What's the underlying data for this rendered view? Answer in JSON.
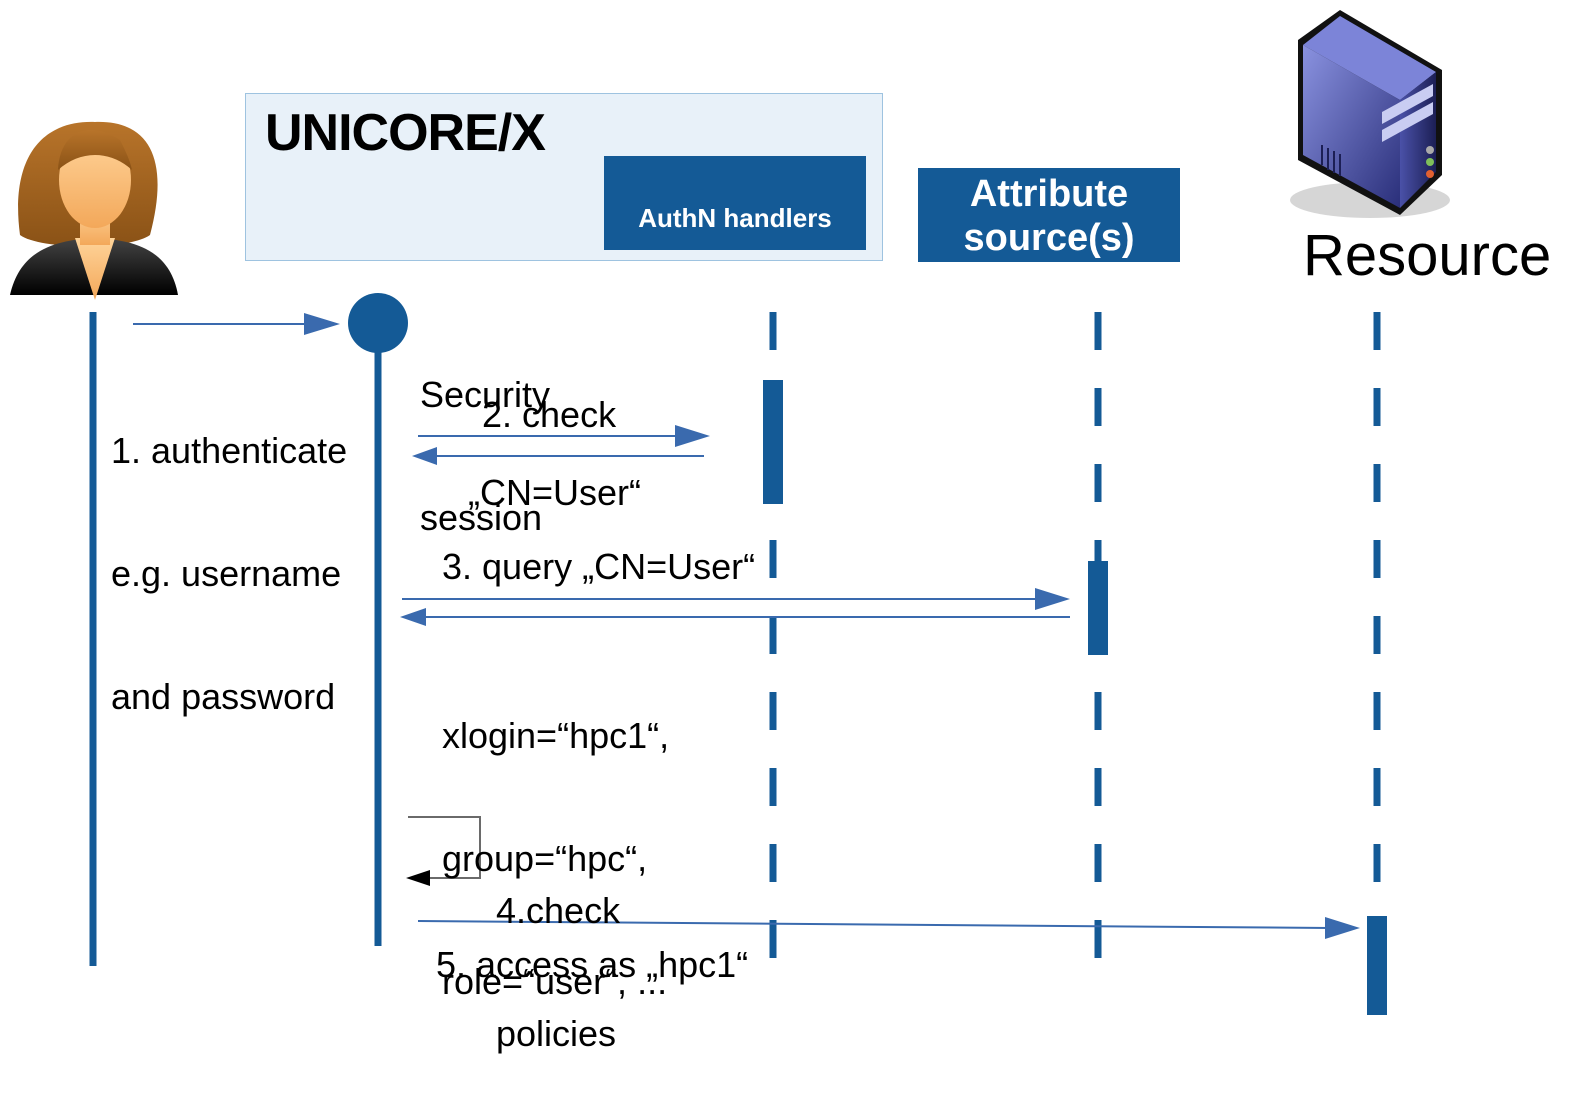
{
  "unicore": {
    "title": "UNICORE/X",
    "authn_label": "AuthN handlers"
  },
  "attribute_source": {
    "line1": "Attribute",
    "line2": "source(s)"
  },
  "resource": {
    "label": "Resource"
  },
  "security_session": {
    "line1": "Security",
    "line2": "session"
  },
  "steps": {
    "authenticate": [
      "1. authenticate",
      "e.g. username",
      "and password"
    ],
    "check": "2. check",
    "check_reply": "„CN=User“",
    "query": "3. query „CN=User“",
    "query_reply": [
      "xlogin=“hpc1“,",
      "group=“hpc“,",
      "role=“user“, ..."
    ],
    "policies": [
      "4.check",
      "policies"
    ],
    "access": "5. access as „hpc1“"
  },
  "colors": {
    "lifeline": "#145a96",
    "arrow": "#3a6aae",
    "box_fill": "#145a96",
    "unicore_fill": "#e8f1f9"
  },
  "icons": {
    "user": "user-avatar-icon",
    "resource": "server-tower-icon"
  }
}
